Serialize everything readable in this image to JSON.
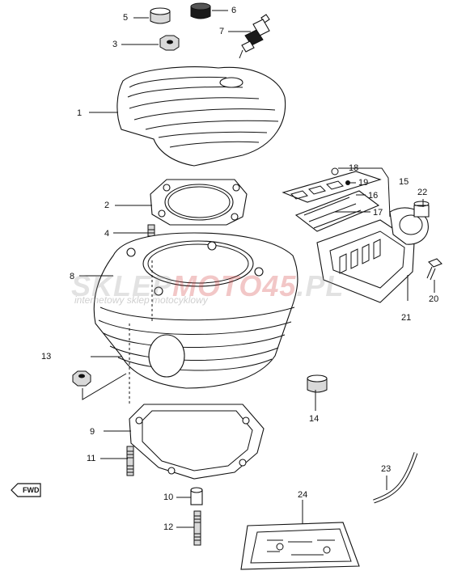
{
  "callouts": [
    "1",
    "2",
    "3",
    "4",
    "5",
    "6",
    "7",
    "8",
    "9",
    "10",
    "11",
    "12",
    "13",
    "14",
    "15",
    "16",
    "17",
    "18",
    "19",
    "20",
    "21",
    "22",
    "23",
    "24"
  ],
  "watermark": {
    "brand_a": "SKLEP",
    "brand_b": "MOTO45",
    "brand_c": ".PL",
    "tagline": "internetowy sklep motocyklowy"
  },
  "fwd_label": "FWD"
}
